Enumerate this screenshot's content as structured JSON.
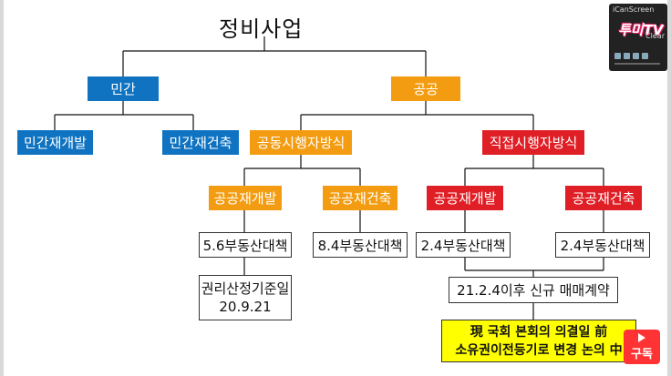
{
  "title": "정비사업",
  "nodes": {
    "private": "민간",
    "public": "공공",
    "private_redevelopment": "민간재개발",
    "private_reconstruction": "민간재건축",
    "joint_method": "공동시행자방식",
    "direct_method": "직접시행자방식",
    "joint_redevelopment": "공공재개발",
    "joint_reconstruction": "공공재건축",
    "direct_redevelopment": "공공재개발",
    "direct_reconstruction": "공공재건축",
    "measure_56": "5.6부동산대책",
    "measure_84": "8.4부동산대책",
    "measure_24_a": "2.4부동산대책",
    "measure_24_b": "2.4부동산대책",
    "base_date_line1": "권리산정기준일",
    "base_date_line2": "20.9.21",
    "contract_note": "21.2.4이후 신규 매매계약",
    "assembly_line1": "現 국회 본회의 의결일 前",
    "assembly_line2": "소유권이전등기로 변경 논의 中"
  },
  "overlay": {
    "widget_title": "iCanScreen",
    "widget_logo": "투미TV",
    "widget_clear": "Clear",
    "youtube_label": "구독"
  },
  "colors": {
    "blue": "#0f73c1",
    "orange": "#f39c12",
    "red": "#e01e25",
    "yellow": "#ffff00"
  }
}
